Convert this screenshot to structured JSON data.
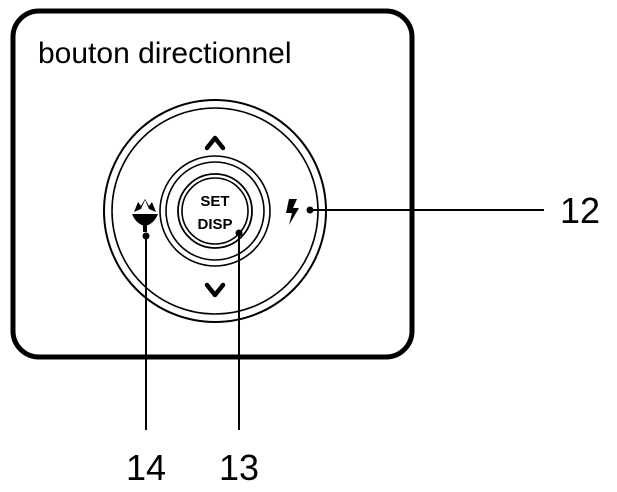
{
  "title": "bouton directionnel",
  "center_button": {
    "line1": "SET",
    "line2": "DISP"
  },
  "callouts": {
    "right": "12",
    "center": "13",
    "left": "14"
  },
  "icons": {
    "up": "chevron-up-icon",
    "down": "chevron-down-icon",
    "left": "macro-flower-icon",
    "right": "flash-icon"
  }
}
